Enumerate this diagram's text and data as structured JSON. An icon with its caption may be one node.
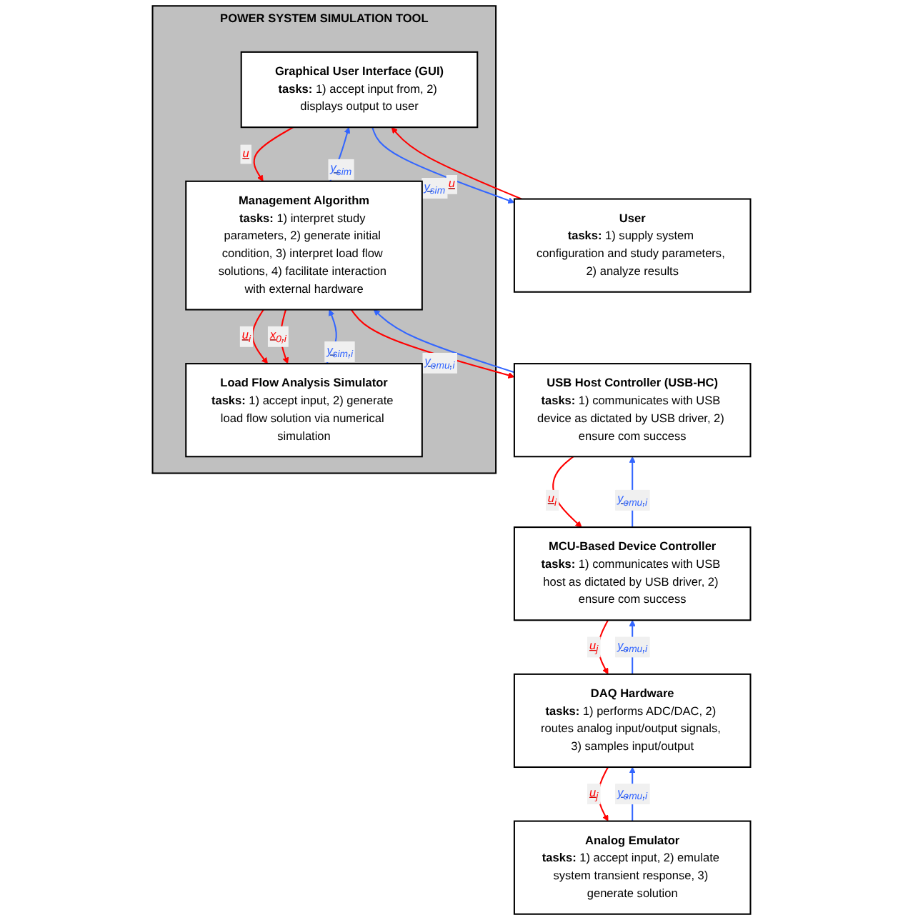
{
  "diagram": {
    "nodes": [
      {
        "text": [
          "POWER SYSTEM SIMULATION TOOL"
        ]
      },
      {
        "text": [
          "Graphical User Interface (GUI)",
          "**tasks:** 1) accept input from, 2) displays output to user"
        ],
        "in": 0
      },
      {
        "text": [
          "User",
          "**tasks:** 1) supply system configuration and study parameters, 2) analyze results"
        ]
      },
      {
        "text": [
          "Management Algorithm",
          "**tasks:** 1) interpret study parameters, 2) generate initial condition, 3) interpret load flow solutions, 4) facilitate interaction with external hardware"
        ],
        "in": 0
      },
      {
        "text": [
          "Load Flow Analysis Simulator",
          "**tasks:** 1) accept input, 2) generate load flow solution via numerical simulation"
        ],
        "in": 0
      },
      {
        "text": [
          "USB Host Controller (USB-HC)",
          "**tasks:** 1) communicates with USB device as dictated by USB driver, 2) ensure com success"
        ]
      },
      {
        "text": [
          "MCU-Based Device Controller",
          "**tasks:** 1) communicates with USB host as dictated by USB driver, 2) ensure com success"
        ]
      },
      {
        "text": [
          "Analog Emulator",
          "**tasks:** 1) accept input, 2) emulate system transient response, 3) generate solution"
        ]
      },
      {
        "text": [
          "DAQ Hardware",
          "**tasks:** 1) performs ADC/DAC, 2) routes analog input/output signals, 3) samples input/output"
        ]
      }
    ],
    "edges": [
      {
        "from": 2,
        "to": 1,
        "arrow": "to",
        "label": "u",
        "color": "#ff0000"
      },
      {
        "from": 1,
        "to": 2,
        "arrow": "to",
        "label": "y$_{sim}$",
        "color": "#3366ff"
      },
      {
        "from": 1,
        "to": 3,
        "arrow": "to",
        "label": "u",
        "color": "#ff0000"
      },
      {
        "from": 3,
        "to": 1,
        "arrow": "to",
        "label": "y$_{sim}$",
        "color": "#3366ff"
      },
      {
        "from": 5,
        "to": 3,
        "arrow": "to",
        "label": "y$_{emu,i}$",
        "color": "#3366ff"
      },
      {
        "from": 3,
        "to": 4,
        "arrow": "to",
        "label": "u$_{i}$",
        "color": "#ff0000"
      },
      {
        "from": 3,
        "to": 5,
        "arrow": "to",
        "color": "#ff0000"
      },
      {
        "from": 3,
        "to": 4,
        "arrow": "to",
        "label": "x$_{0,i}$",
        "color": "#ff0000"
      },
      {
        "from": 4,
        "to": 3,
        "arrow": "to",
        "label": "y$_{sim,i}$",
        "color": "#3366ff"
      },
      {
        "from": 5,
        "to": 6,
        "arrow": "to",
        "label": "u$_{i}$",
        "color": "#ff0000"
      },
      {
        "from": 6,
        "to": 5,
        "arrow": "to",
        "label": "y$_{emu,i}$",
        "color": "#3366ff"
      },
      {
        "from": 6,
        "to": 8,
        "arrow": "to",
        "label": "u$_{j}$",
        "color": "#ff0000"
      },
      {
        "from": 8,
        "to": 6,
        "arrow": "to",
        "label": "y$_{emu,i}$",
        "color": "#3366ff"
      },
      {
        "from": 8,
        "to": 7,
        "arrow": "to",
        "label": "u$_{j}$",
        "color": "#ff0000"
      },
      {
        "from": 7,
        "to": 8,
        "arrow": "to",
        "label": "y$_{emu,i}$",
        "color": "#3366ff"
      }
    ]
  }
}
